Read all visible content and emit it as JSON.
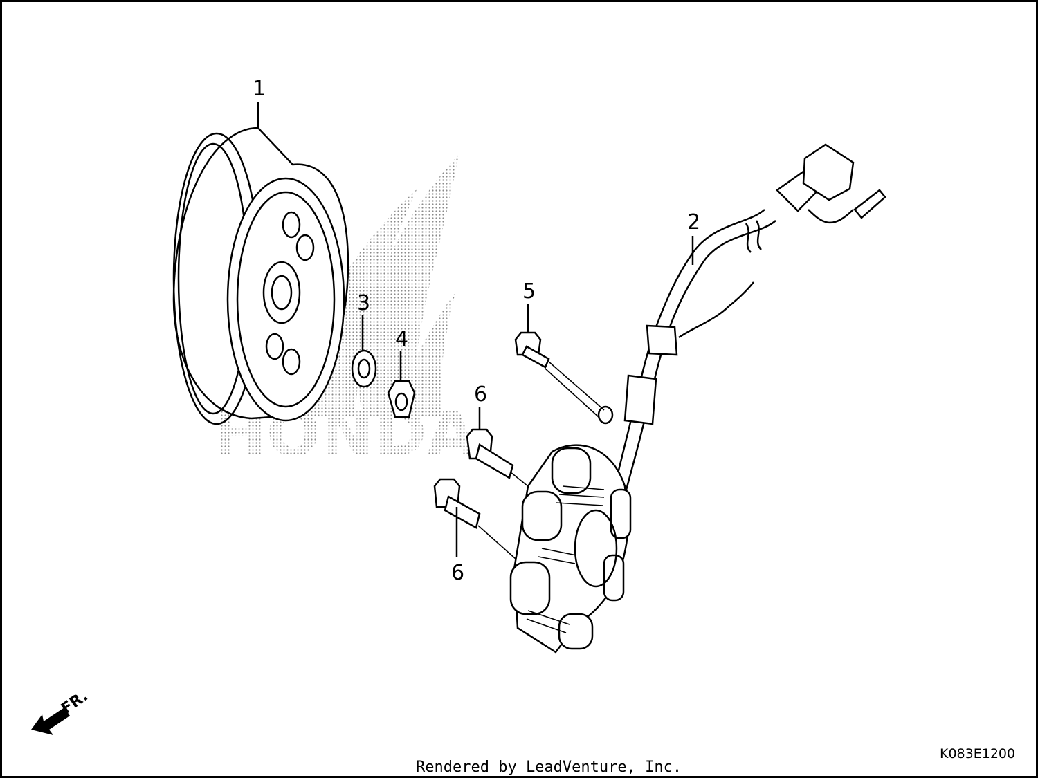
{
  "callouts": [
    {
      "id": "1"
    },
    {
      "id": "2"
    },
    {
      "id": "3"
    },
    {
      "id": "4"
    },
    {
      "id": "5"
    },
    {
      "id": "6"
    },
    {
      "id": "6b",
      "label": "6"
    }
  ],
  "labels": {
    "c1": "1",
    "c2": "2",
    "c3": "3",
    "c4": "4",
    "c5": "5",
    "c6a": "6",
    "c6b": "6",
    "front_arrow": "FR.",
    "diagram_code": "K083E1200",
    "credit": "Rendered by LeadVenture, Inc.",
    "watermark": "HONDA"
  },
  "icons": {
    "front_arrow": "arrow-down-left-icon",
    "watermark_logo": "honda-wing-logo"
  },
  "colors": {
    "line": "#000000",
    "background": "#ffffff",
    "watermark": "#9a9a9a"
  }
}
